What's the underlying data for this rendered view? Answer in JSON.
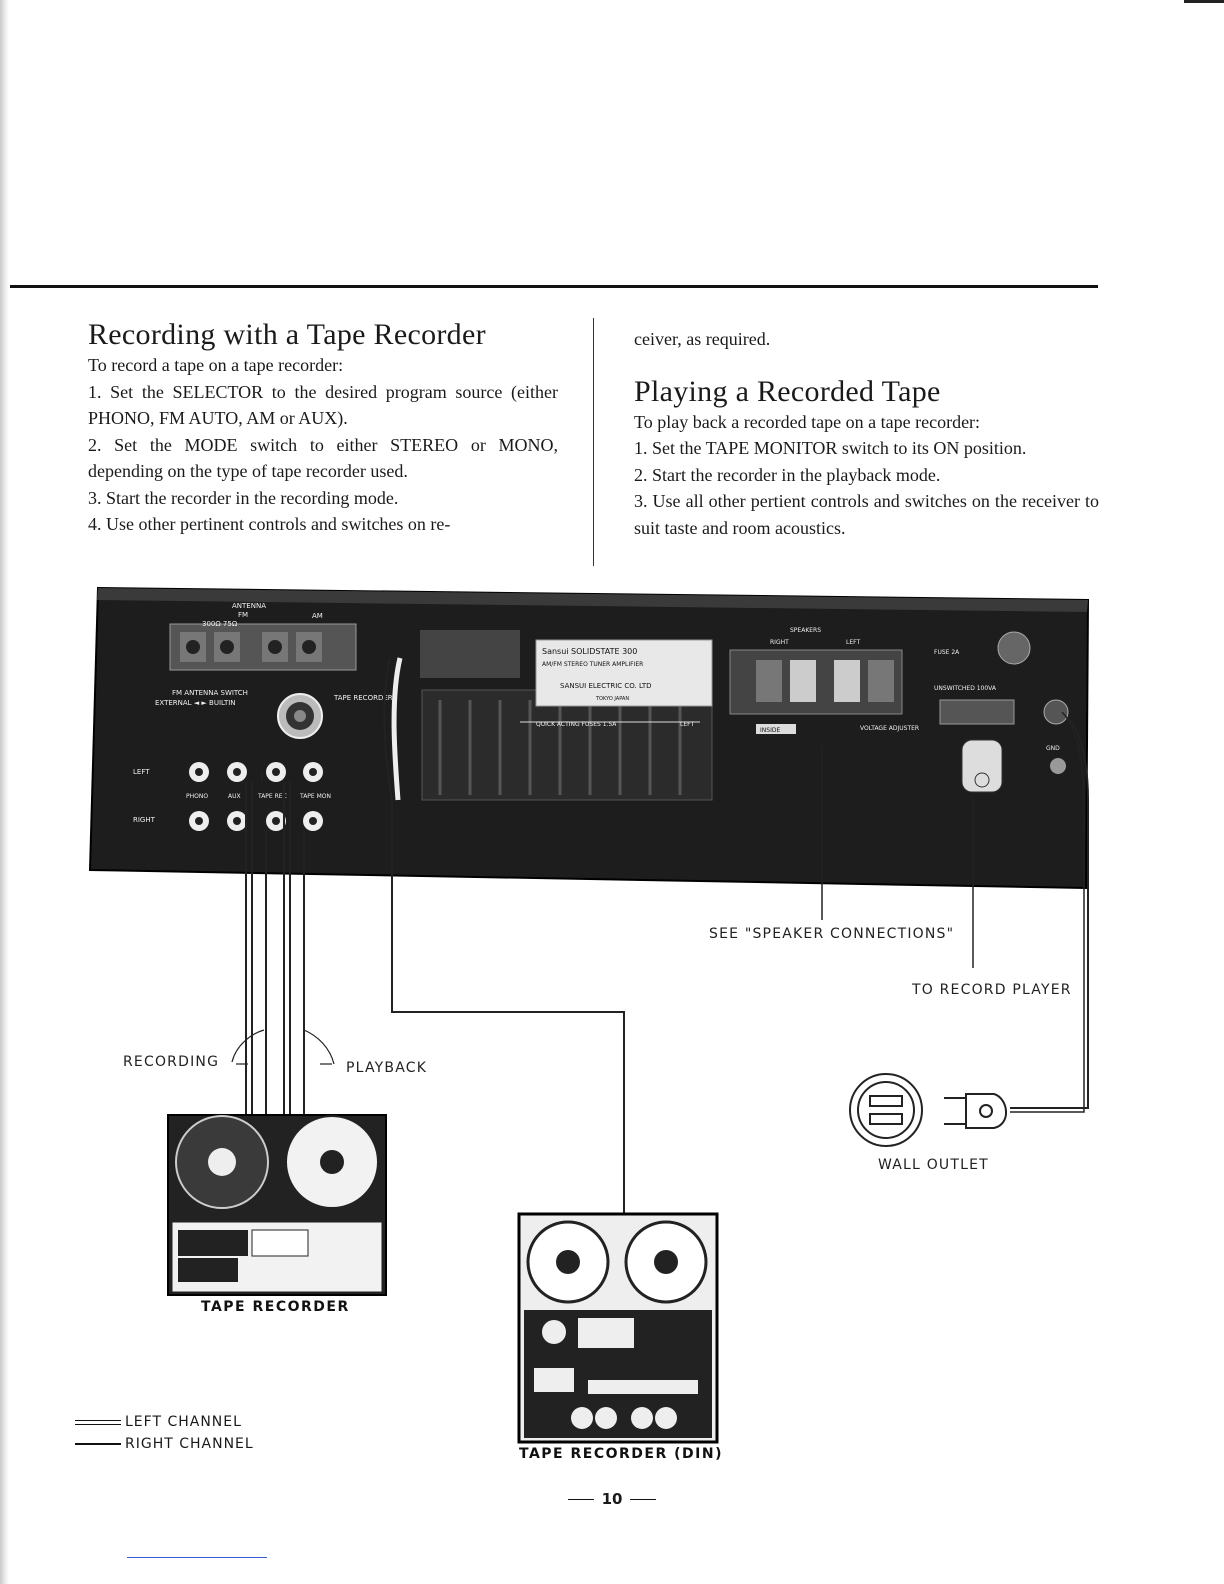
{
  "section_recording": {
    "title": "Recording with a Tape Recorder",
    "intro": "To record a tape on a tape recorder:",
    "steps": [
      "1. Set the SELECTOR to the desired program source (either PHONO, FM AUTO, AM or AUX).",
      "2. Set the MODE switch to either STEREO or MONO, depending on the type of tape recorder used.",
      "3. Start the recorder in the recording mode.",
      "4. Use other pertinent controls and switches on re-"
    ]
  },
  "section_playing": {
    "continuation": "ceiver, as required.",
    "title": "Playing a Recorded Tape",
    "intro": "To play back a recorded tape on a tape recorder:",
    "steps": [
      "1. Set the TAPE MONITOR switch to its ON position.",
      "2. Start the recorder in the playback mode.",
      "3. Use all other pertient controls and switches on the receiver to suit taste and room acoustics."
    ]
  },
  "diagram": {
    "receiver_labels": {
      "antenna": "ANTENNA",
      "fm": "FM",
      "fm_ohms": "300Ω    75Ω",
      "am": "AM",
      "fm_antenna_switch": "FM ANTENNA SWITCH",
      "external_builtin": "EXTERNAL ◄ ► BUILTIN",
      "tape_recorder": "TAPE RECORDER",
      "plate_brand": "Sansui SOLIDSTATE 300",
      "plate_type": "AM/FM STEREO TUNER AMPLIFIER",
      "plate_maker": "SANSUI ELECTRIC CO. LTD",
      "plate_origin": "TOKYO JAPAN",
      "fuses": "QUICK ACTING FUSES 1.5A",
      "fuses_left": "LEFT",
      "speakers": "SPEAKERS",
      "right": "RIGHT",
      "left": "LEFT",
      "inside": "INSIDE",
      "voltage_adjuster": "VOLTAGE ADJUSTER",
      "fuse": "FUSE 2A",
      "unswitched": "UNSWITCHED 100VA",
      "gnd": "GND",
      "row_left": "LEFT",
      "row_right": "RIGHT",
      "phono": "PHONO",
      "aux": "AUX",
      "tape_rec": "TAPE REC",
      "tape_mon": "TAPE MON"
    },
    "labels": {
      "see_speaker": "SEE \"SPEAKER CONNECTIONS\"",
      "to_record_player": "TO RECORD PLAYER",
      "recording": "RECORDING",
      "playback": "PLAYBACK",
      "wall_outlet": "WALL OUTLET",
      "tape_recorder_1": "TAPE RECORDER",
      "tape_recorder_2": "TAPE RECORDER (DIN)"
    },
    "legend": {
      "left_channel": "LEFT CHANNEL",
      "right_channel": "RIGHT CHANNEL"
    }
  },
  "page_number": "10"
}
